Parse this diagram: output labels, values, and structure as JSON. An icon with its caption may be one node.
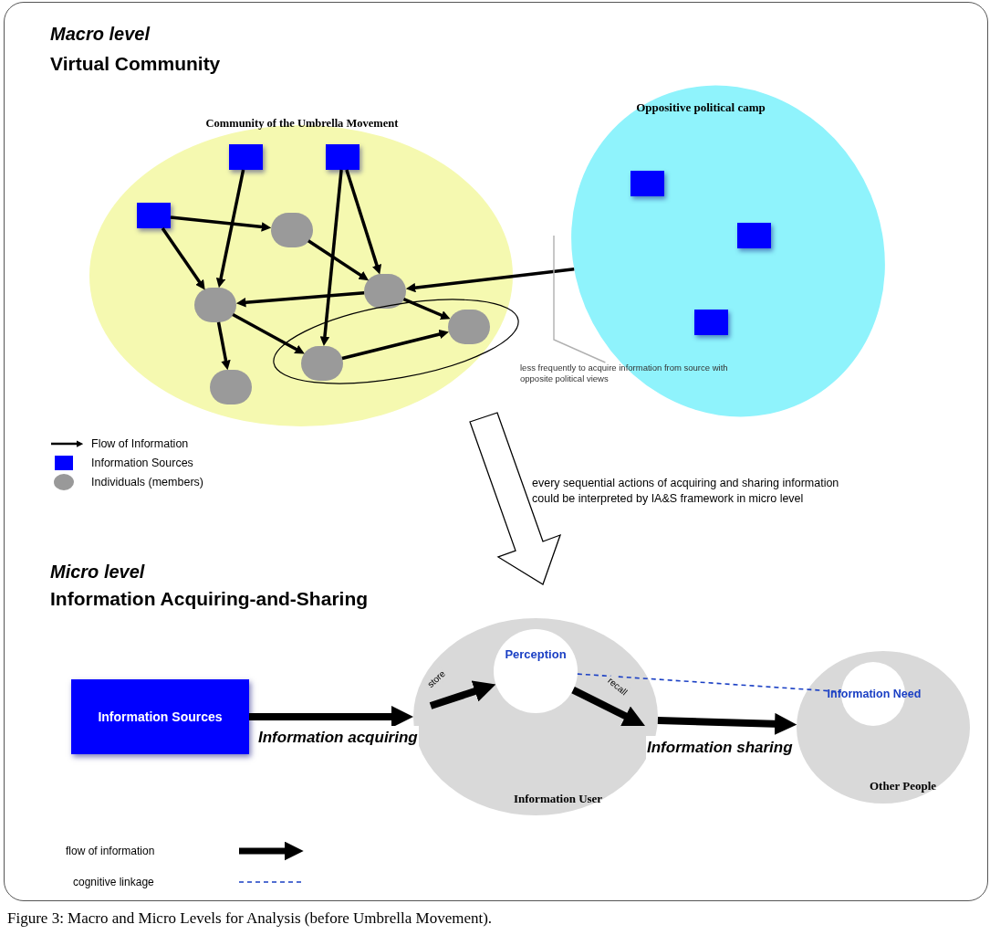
{
  "diagram": {
    "caption": "Figure 3: Macro and Micro Levels for Analysis (before Umbrella Movement).",
    "nodes": [
      {
        "text": [
          "Community of the Umbrella Movement"
        ]
      },
      {
        "text": [
          "Oppositive political camp"
        ]
      },
      {
        "text": [],
        "shape": "box",
        "in": 0
      },
      {
        "text": [],
        "shape": "box",
        "in": 0
      },
      {
        "text": [],
        "shape": "box",
        "in": 0
      },
      {
        "text": [],
        "shape": "circle",
        "in": 0
      },
      {
        "text": [],
        "shape": "circle",
        "in": 0
      },
      {
        "text": [],
        "shape": "circle",
        "in": 0
      },
      {
        "text": [],
        "shape": "ellipse",
        "in": 0
      },
      {
        "text": [],
        "shape": "circle",
        "in": 8
      },
      {
        "text": [],
        "shape": "circle",
        "in": 8
      },
      {
        "text": [],
        "shape": "circle",
        "in": 0
      },
      {
        "text": [],
        "shape": "box",
        "in": 1
      },
      {
        "text": [],
        "shape": "box",
        "in": 1
      },
      {
        "text": [],
        "shape": "box",
        "in": 1
      },
      {
        "text": [
          "less frequently to acquire information from source with opposite political views"
        ]
      },
      {
        "text": [
          "Information Sources"
        ]
      },
      {
        "text": [
          "Information User"
        ]
      },
      {
        "text": [
          "Perception"
        ],
        "in": 17
      },
      {
        "text": [
          "Other People"
        ]
      },
      {
        "text": [
          "Information Need"
        ],
        "in": 19
      }
    ],
    "edges": [
      {
        "from": 2,
        "to": 5,
        "arrow": "to"
      },
      {
        "from": 2,
        "to": 7,
        "arrow": "to"
      },
      {
        "from": 3,
        "to": 7,
        "arrow": "to"
      },
      {
        "from": 4,
        "to": 10,
        "arrow": "to"
      },
      {
        "from": 4,
        "to": 6,
        "arrow": "to"
      },
      {
        "from": 5,
        "to": 6,
        "arrow": "to"
      },
      {
        "from": 6,
        "to": 7,
        "arrow": "to"
      },
      {
        "from": 6,
        "to": 9,
        "arrow": "to"
      },
      {
        "from": 7,
        "to": 10,
        "arrow": "to"
      },
      {
        "from": 7,
        "to": 11,
        "arrow": "to"
      },
      {
        "from": 10,
        "to": 9,
        "arrow": "to"
      },
      {
        "from": 1,
        "to": 6,
        "arrow": "to"
      },
      {
        "from": 15,
        "to": null,
        "arrow": "none",
        "color": "#b0b0b0"
      },
      {
        "from": 16,
        "to": 17,
        "arrow": "to",
        "label": "Information acquiring",
        "style": "thick"
      },
      {
        "from": 17,
        "to": 18,
        "arrow": "to",
        "label": "store",
        "style": "thick"
      },
      {
        "from": 18,
        "to": 17,
        "arrow": "to",
        "label": "recall",
        "style": "thick"
      },
      {
        "from": 17,
        "to": 19,
        "arrow": "to",
        "label": "Information sharing",
        "style": "thick"
      },
      {
        "from": 18,
        "to": 20,
        "arrow": "none",
        "style": "dashed",
        "color": "#1a3fc4"
      }
    ],
    "labels": [
      "Macro level",
      "Virtual Community",
      "every sequential actions of acquiring and sharing information could be interpreted by IA&S framework in micro level",
      "Micro level",
      "Information Acquiring-and-Sharing"
    ],
    "legend": [
      {
        "text": "Flow of Information"
      },
      {
        "text": "Information Sources",
        "color": "#0000ff"
      },
      {
        "text": "Individuals (members)",
        "color": "#999999"
      },
      {
        "text": "flow of information"
      },
      {
        "text": "cognitive linkage"
      }
    ]
  }
}
